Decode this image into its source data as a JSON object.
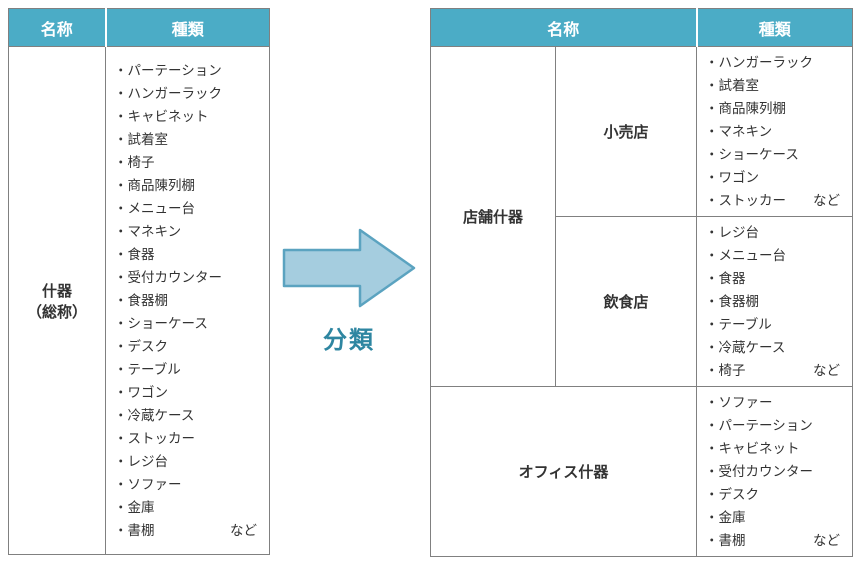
{
  "colors": {
    "header_bg": "#4BACC6",
    "header_text": "#FFFFFF",
    "border": "#808080",
    "body_text": "#333333",
    "arrow_fill": "#A5CDDF",
    "arrow_stroke": "#5BA3C0",
    "label_text": "#2E86A1"
  },
  "arrow": {
    "label": "分類"
  },
  "left_table": {
    "headers": {
      "name": "名称",
      "type": "種類"
    },
    "bullet": "・",
    "name": "什器\n（総称）",
    "items": [
      "パーテーション",
      "ハンガーラック",
      "キャビネット",
      "試着室",
      "椅子",
      "商品陳列棚",
      "メニュー台",
      "マネキン",
      "食器",
      "受付カウンター",
      "食器棚",
      "ショーケース",
      "デスク",
      "テーブル",
      "ワゴン",
      "冷蔵ケース",
      "ストッカー",
      "レジ台",
      "ソファー",
      "金庫",
      "書棚"
    ],
    "etc": "など"
  },
  "right_table": {
    "headers": {
      "name": "名称",
      "type": "種類"
    },
    "bullet": "・",
    "groups": [
      {
        "name": "店舗什器",
        "subgroups": [
          {
            "name": "小売店",
            "items": [
              "ハンガーラック",
              "試着室",
              "商品陳列棚",
              "マネキン",
              "ショーケース",
              "ワゴン",
              "ストッカー"
            ],
            "etc": "など"
          },
          {
            "name": "飲食店",
            "items": [
              "レジ台",
              "メニュー台",
              "食器",
              "食器棚",
              "テーブル",
              "冷蔵ケース",
              "椅子"
            ],
            "etc": "など"
          }
        ]
      },
      {
        "name": "オフィス什器",
        "items": [
          "ソファー",
          "パーテーション",
          "キャビネット",
          "受付カウンター",
          "デスク",
          "金庫",
          "書棚"
        ],
        "etc": "など"
      }
    ]
  }
}
